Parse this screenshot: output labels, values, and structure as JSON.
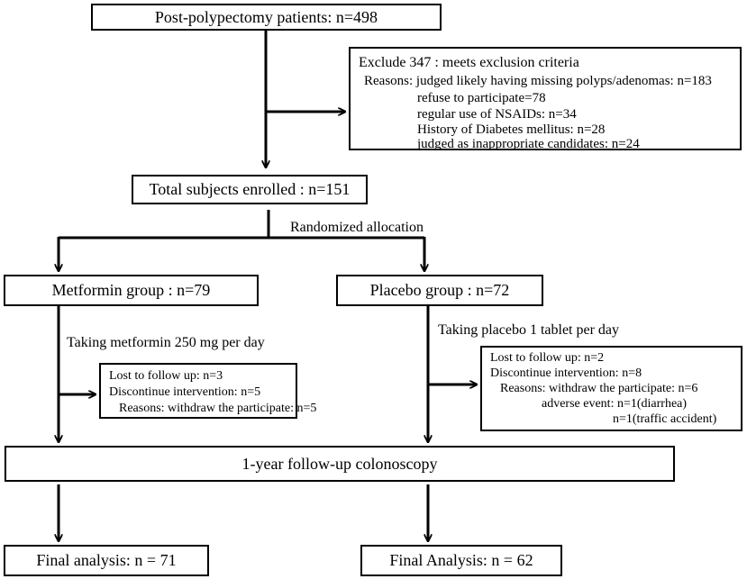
{
  "boxes": {
    "post_polypectomy": "Post-polypectomy patients: n=498",
    "excluded": {
      "title": "Exclude 347 : meets exclusion criteria",
      "lines": [
        "Reasons: judged likely having missing polyps/adenomas: n=183",
        "refuse to participate=78",
        "regular use of NSAIDs: n=34",
        "History of Diabetes mellitus: n=28",
        "judged as inappropriate candidates: n=24"
      ]
    },
    "enrolled": "Total subjects enrolled : n=151",
    "metformin": "Metformin group : n=79",
    "placebo": "Placebo group : n=72",
    "metformin_lost": {
      "lines": [
        "Lost to follow up: n=3",
        "Discontinue intervention: n=5",
        "Reasons: withdraw the participate: n=5"
      ]
    },
    "placebo_lost": {
      "lines": [
        "Lost to follow up: n=2",
        "Discontinue intervention: n=8",
        "Reasons: withdraw the participate: n=6",
        "adverse event: n=1(diarrhea)",
        "n=1(traffic accident)"
      ]
    },
    "followup": "1-year follow-up colonoscopy",
    "final_metformin": "Final analysis: n = 71",
    "final_placebo": "Final Analysis: n = 62"
  },
  "labels": {
    "randomized": "Randomized allocation",
    "metformin_dose": "Taking metformin 250 mg per day",
    "placebo_dose": "Taking placebo 1 tablet per day"
  }
}
